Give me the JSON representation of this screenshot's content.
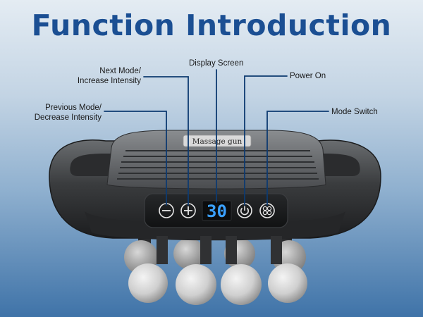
{
  "title": "Function Introduction",
  "labels": {
    "next_mode": "Next Mode/\nIncrease Intensity",
    "display_screen": "Display Screen",
    "power_on": "Power On",
    "previous_mode": "Previous Mode/\nDecrease Intensity",
    "mode_switch": "Mode Switch"
  },
  "device": {
    "brand_badge": "Massage gun",
    "display_value": "30",
    "buttons": [
      "minus-icon",
      "plus-icon",
      "display-screen",
      "power-icon",
      "mode-switch-icon"
    ]
  },
  "colors": {
    "title": "#1b4f93",
    "callout_line": "#0d3a70",
    "display_digits": "#3aa0ff"
  }
}
